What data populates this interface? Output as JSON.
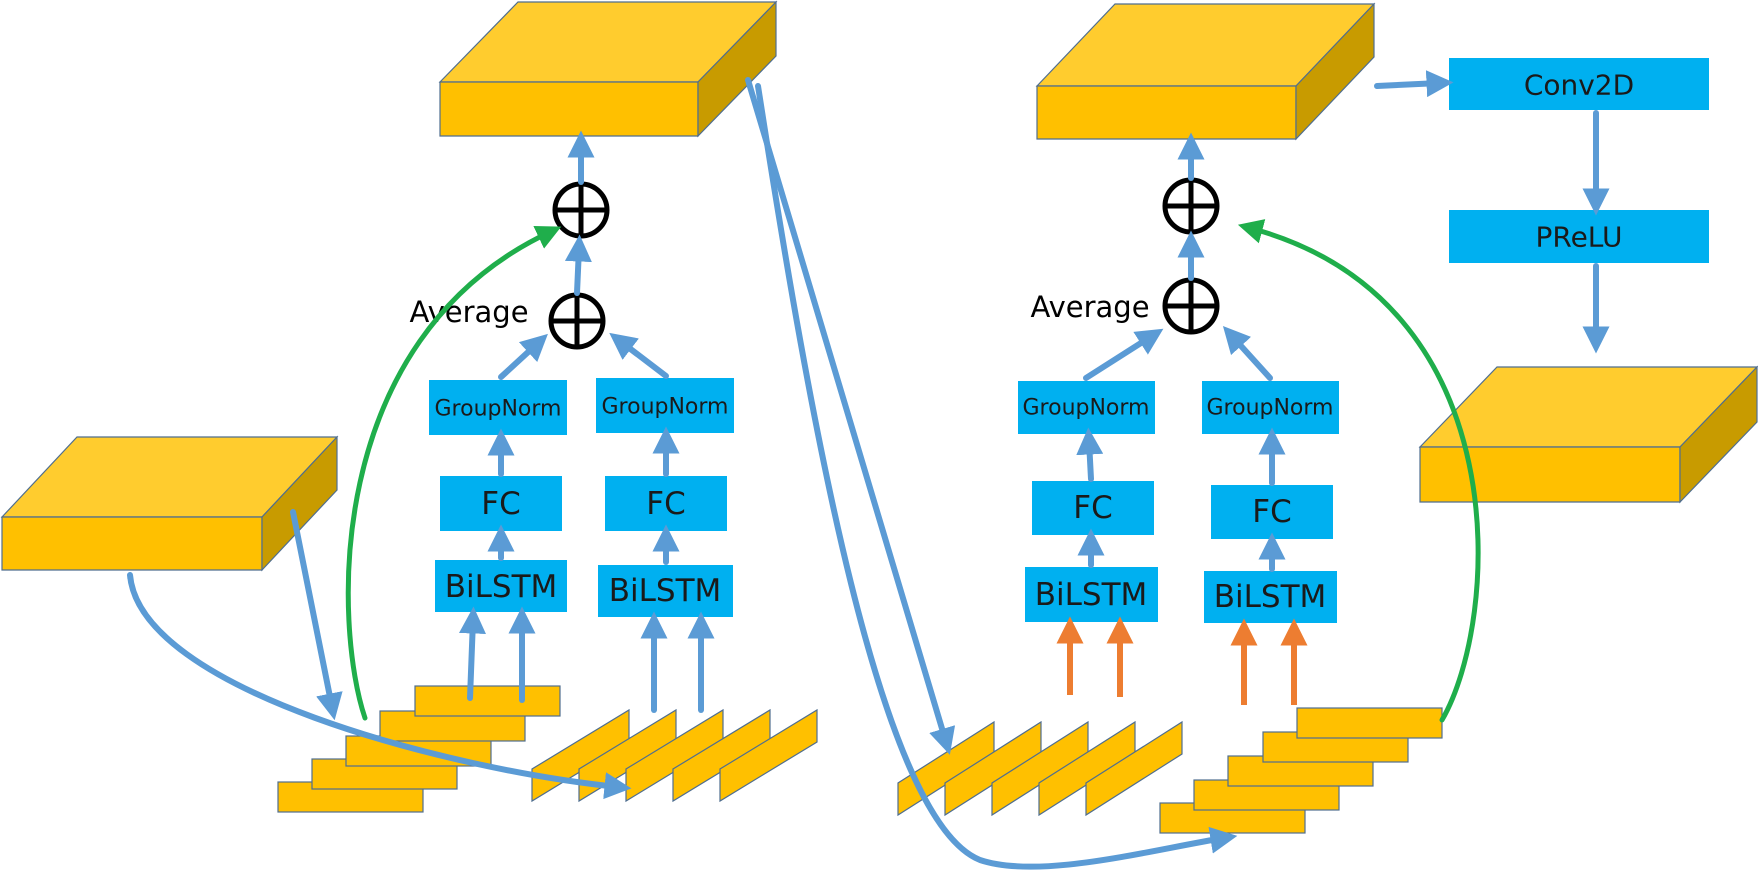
{
  "labels": {
    "bilstm": "BiLSTM",
    "fc": "FC",
    "groupnorm": "GroupNorm",
    "average": "Average",
    "conv2d": "Conv2D",
    "prelu": "PReLU"
  },
  "colors": {
    "block": "#00b0f0",
    "feature": "#ffc000",
    "flow_arrow": "#5b9bd5",
    "residual_arrow": "#1fae4b",
    "input_arrow": "#ed7d31"
  }
}
